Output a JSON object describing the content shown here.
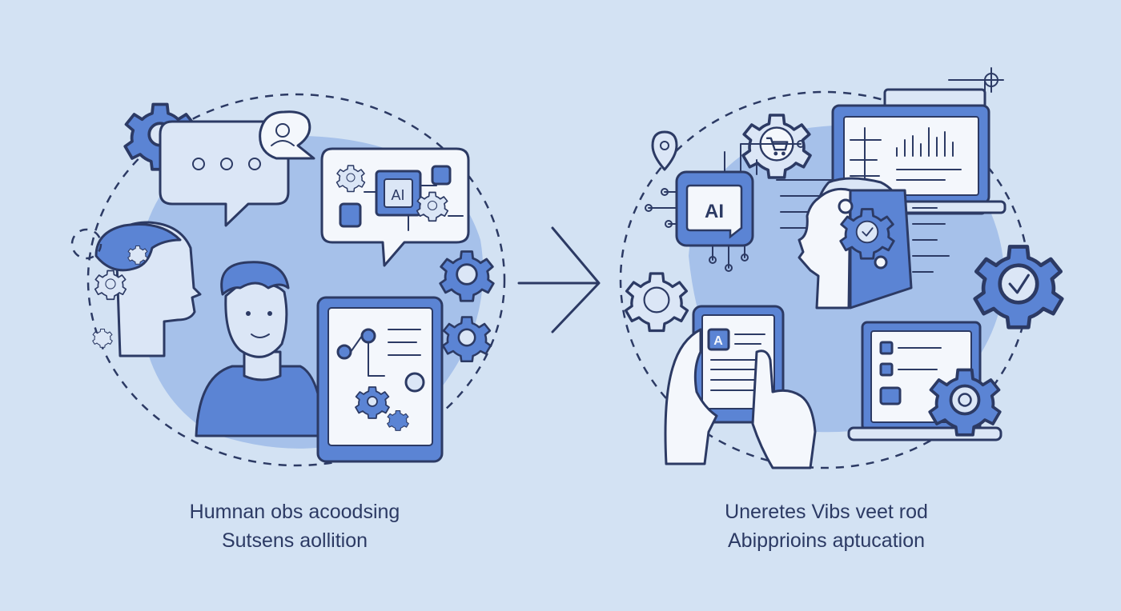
{
  "left_panel": {
    "caption_line1": "Humnan obs acoodsing",
    "caption_line2": "Sutsens aollition",
    "chip_label": "AI"
  },
  "right_panel": {
    "caption_line1": "Uneretes Vibs veet rod",
    "caption_line2": "Abipprioins aptucation",
    "chip_label": "AI",
    "tablet_letter": "A"
  },
  "colors": {
    "background": "#d3e2f3",
    "accent_blue": "#5b84d4",
    "pale_blue": "#a6c1ea",
    "ink": "#2c3a64"
  }
}
